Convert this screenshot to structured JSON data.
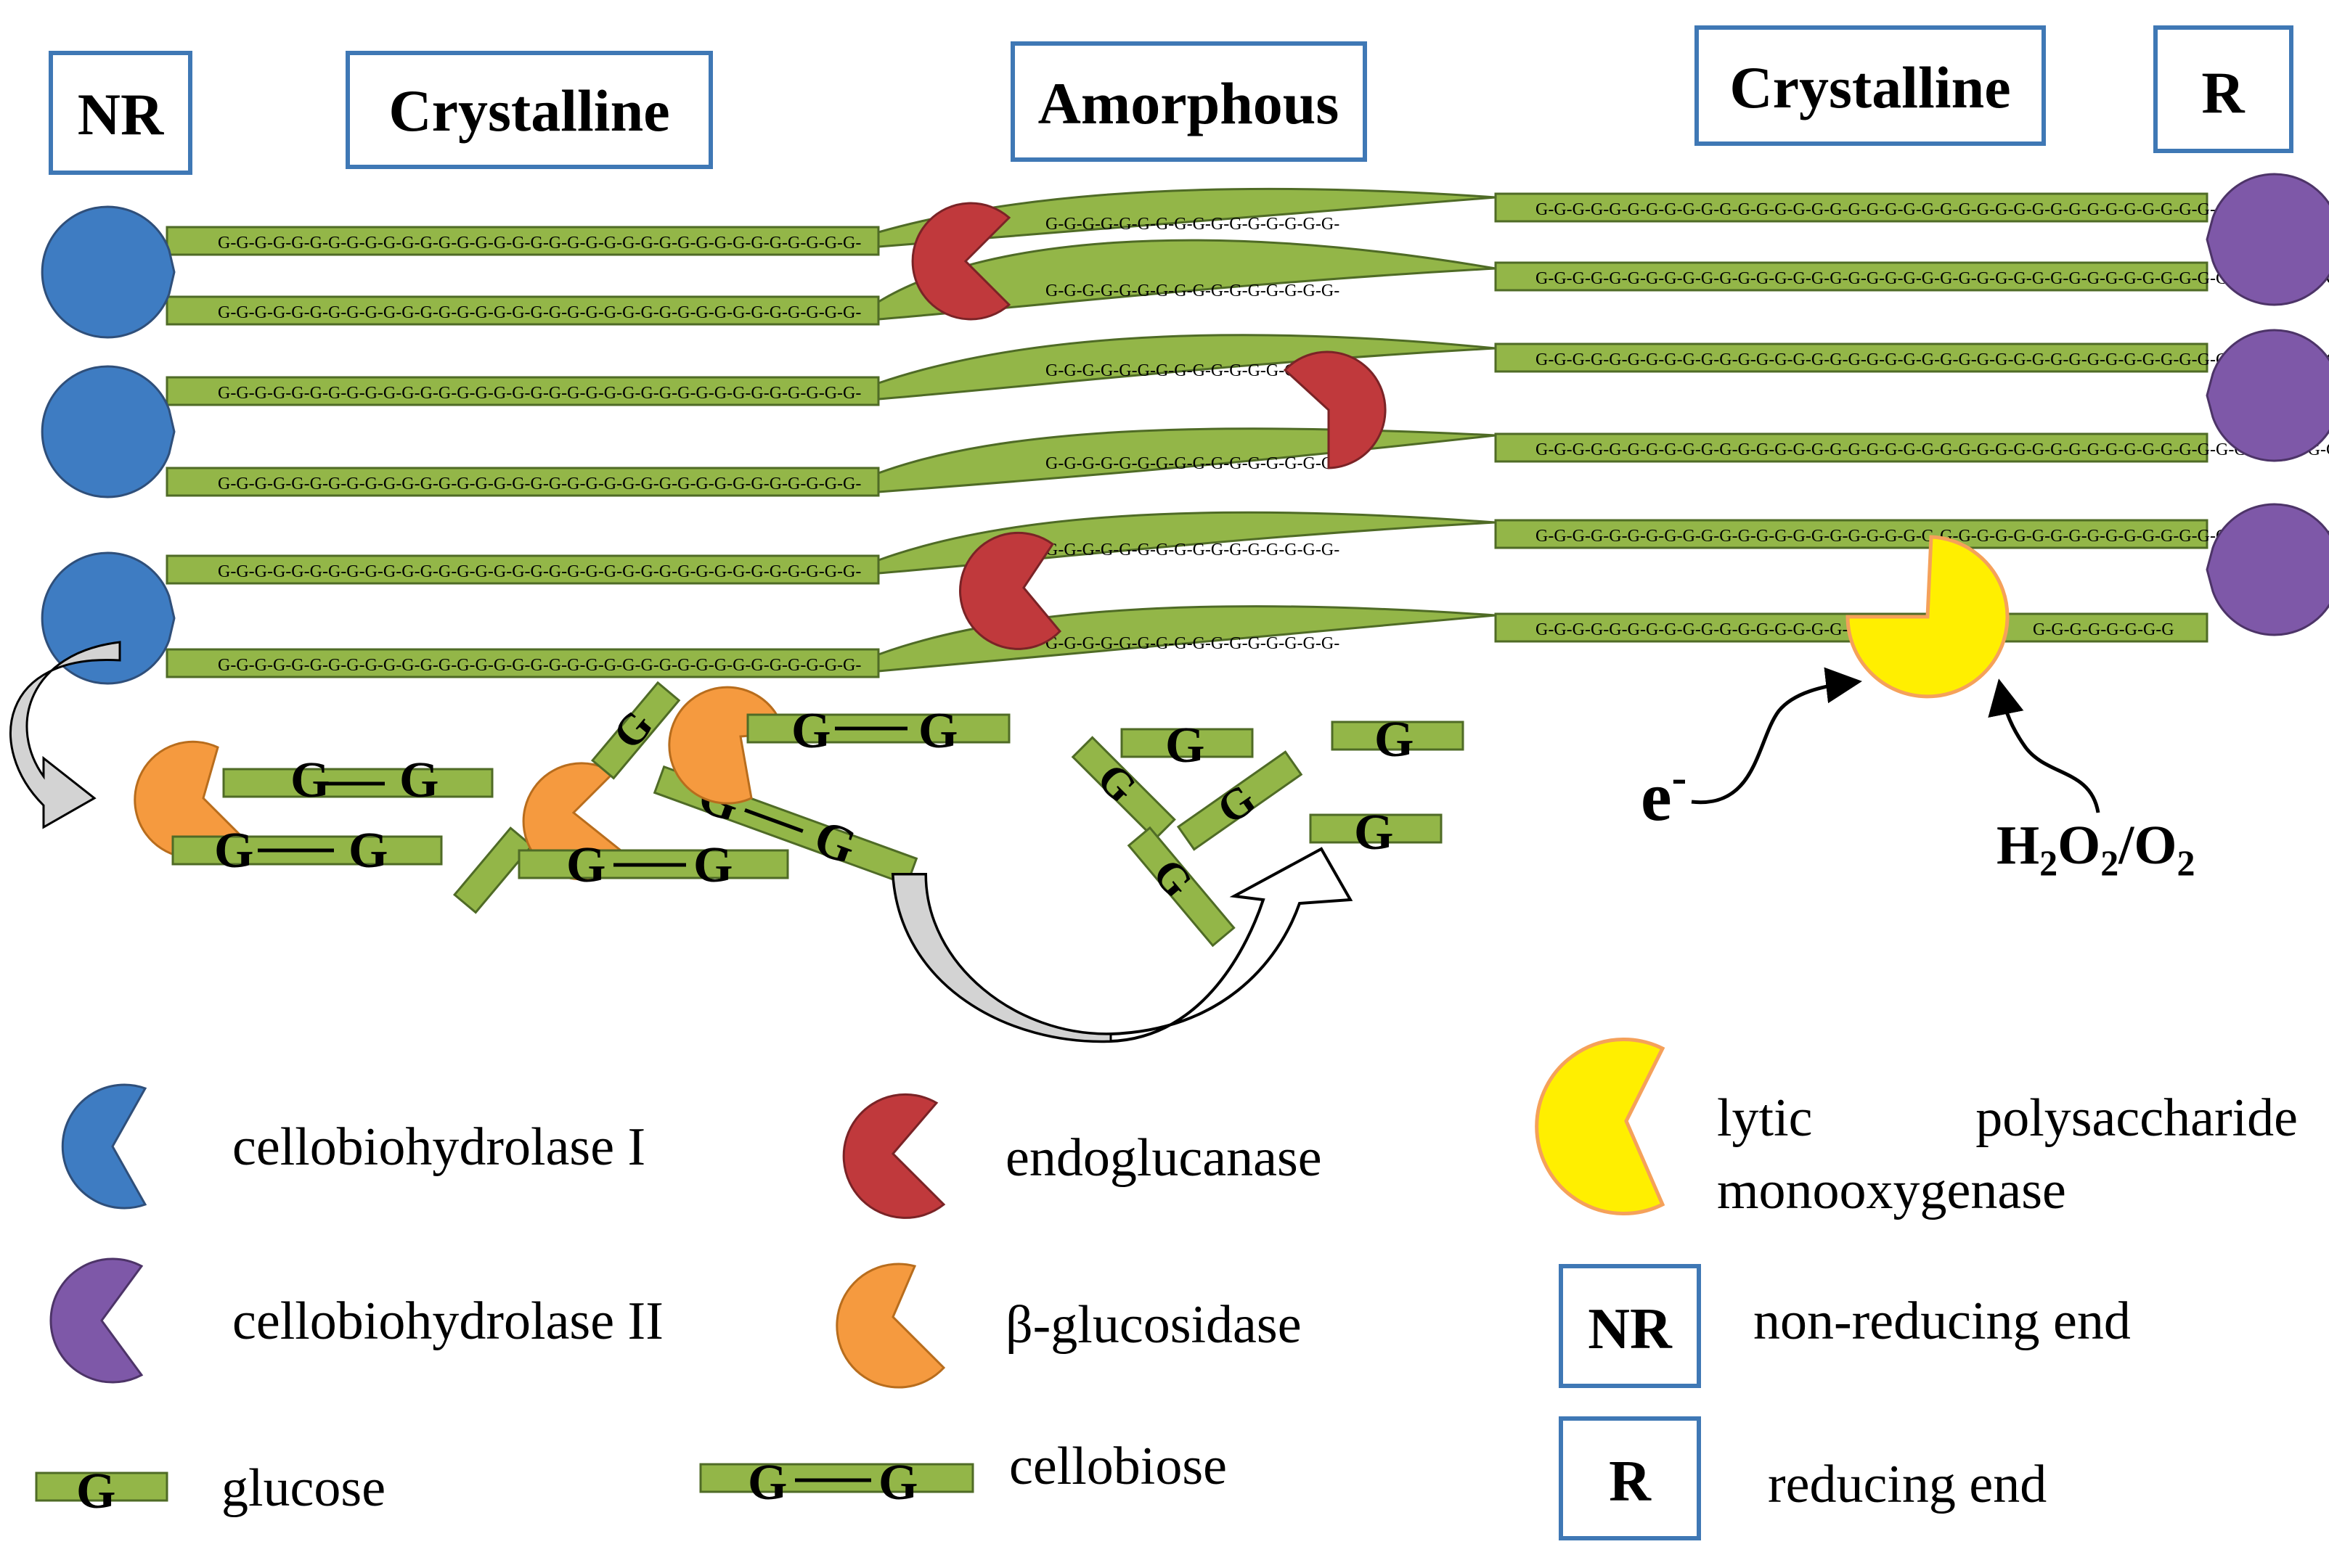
{
  "region_labels": {
    "nr": "NR",
    "crystalline_left": "Crystalline",
    "amorphous": "Amorphous",
    "crystalline_right": "Crystalline",
    "r": "R"
  },
  "chain_text": {
    "long": "G-G-G-G-G-G-G-G-G-G-G-G-G-G-G-G-G-G-G-G-G-G-G-G-G-G-G-G-G-G-G-G-G-G-G-",
    "amorphous": "G-G-G-G-G-G-G-G-G-G-G-G-G-G-G-G-",
    "right": "G-G-G-G-G-G-G-G-G-G-G-G-G-G-G-G-G-G-G-G-G-G-G-G-G-G-G-G-G-G-G-G-G-G-G-G-G-G-G-G-G-G-G-G-G-G-G",
    "right_left_part": "G-G-G-G-G-G-G-G-G-G-G-G-G-G-G-G-G-G",
    "right_right_part": "G-G-G-G-G-G-G-G"
  },
  "products": {
    "glucose": "G",
    "cellobiose_left": "G",
    "cellobiose_right": "G"
  },
  "lpmo_inputs": {
    "electron": "e",
    "electron_sup": "-",
    "oxidant_h": "H",
    "oxidant_sub1": "2",
    "oxidant_o1": "O",
    "oxidant_sub2": "2",
    "oxidant_slash": "/O",
    "oxidant_sub3": "2"
  },
  "legend": {
    "cbh1": "cellobiohydrolase I",
    "cbh2": "cellobiohydrolase II",
    "glucose": "glucose",
    "endoglucanase": "endoglucanase",
    "bglucosidase": "β-glucosidase",
    "cellobiose": "cellobiose",
    "lpmo_word1": "lytic",
    "lpmo_word2": "polysaccharide",
    "lpmo_line2": "monooxygenase",
    "nr_box": "NR",
    "nr_text": "non-reducing end",
    "r_box": "R",
    "r_text": "reducing end"
  },
  "colors": {
    "box_border": "#3f78b5",
    "chain_fill": "#93b648",
    "chain_stroke": "#4f6b26",
    "cbh1": "#3e7cc2",
    "cbh2": "#7e58a8",
    "endoglucanase": "#c0393c",
    "bglucosidase": "#f59a3f",
    "lpmo_fill": "#ffef00",
    "lpmo_stroke": "#f5a15a",
    "arrow_grey": "#d3d3d3"
  }
}
